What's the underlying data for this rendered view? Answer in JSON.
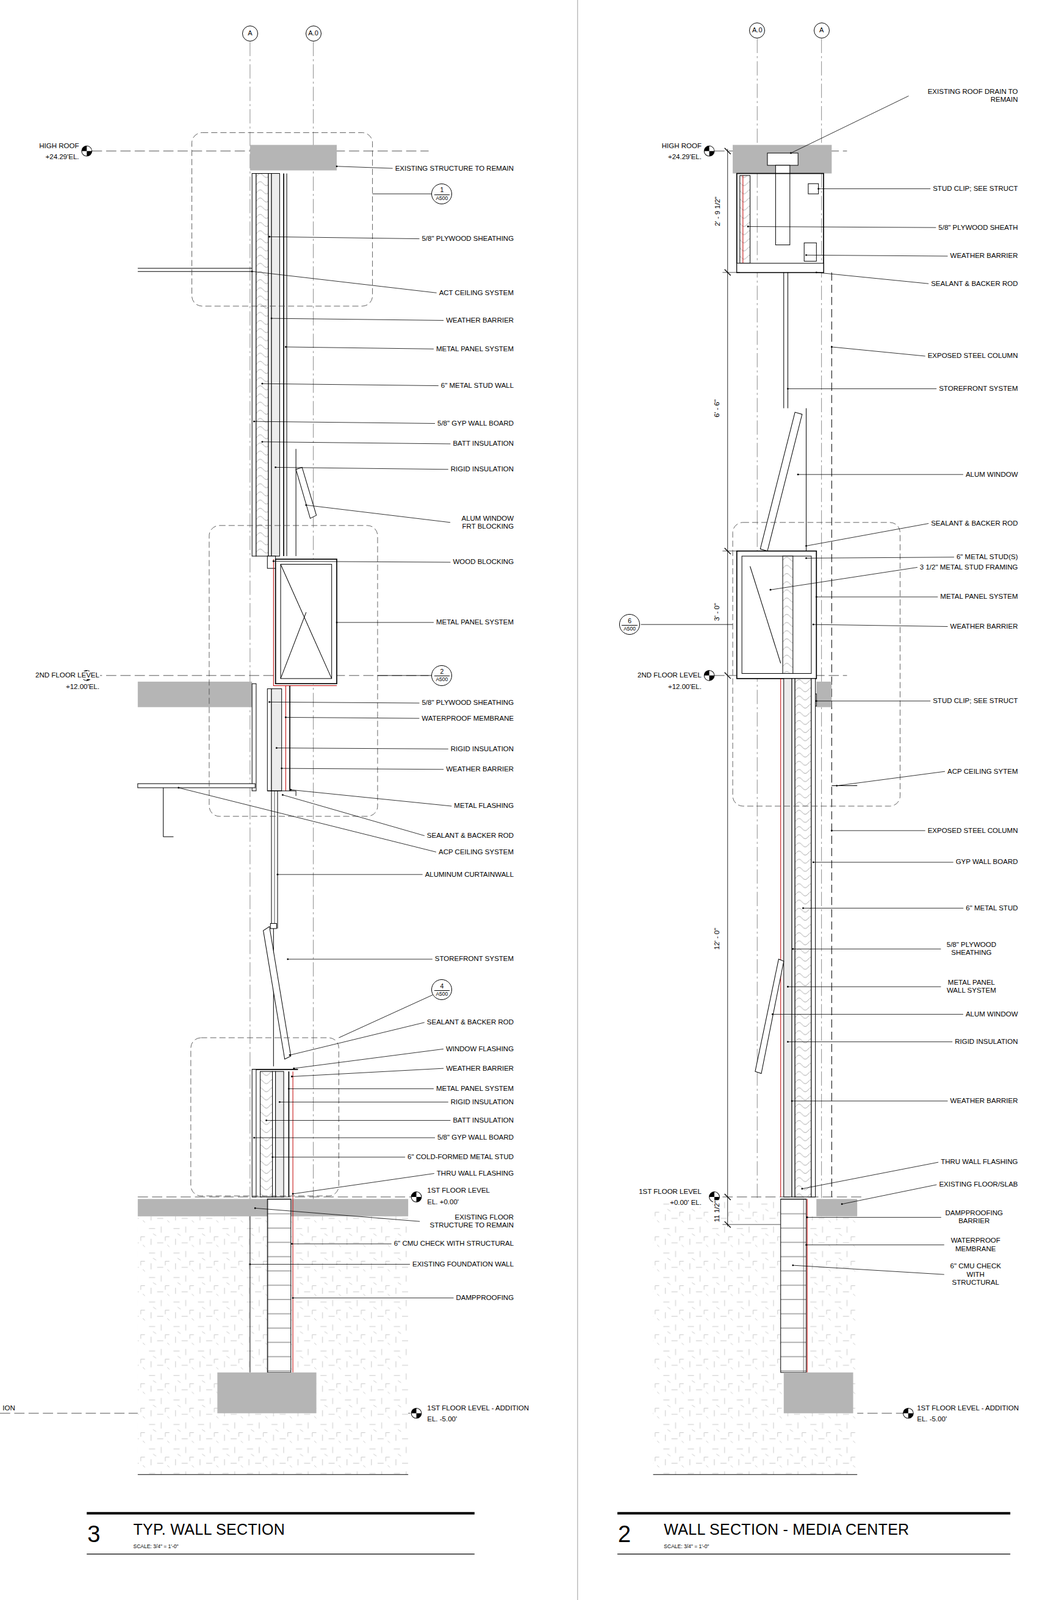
{
  "diagram": {
    "nodes": [
      {
        "text": [
          "A"
        ]
      },
      {
        "text": [
          "A.0"
        ]
      },
      {
        "text": [
          "A.0"
        ]
      },
      {
        "text": [
          "A"
        ]
      },
      {
        "text": [
          "1",
          "A500"
        ]
      },
      {
        "text": [
          "2",
          "A500"
        ]
      },
      {
        "text": [
          "4",
          "A500"
        ]
      },
      {
        "text": [
          "6",
          "A500"
        ]
      }
    ],
    "labels": [
      "HIGH ROOF",
      "+24.29'EL.",
      "EXISTING STRUCTURE TO REMAIN",
      "5/8\" PLYWOOD SHEATHING",
      "ACT CEILING SYSTEM",
      "WEATHER BARRIER",
      "METAL PANEL SYSTEM",
      "6\" METAL STUD WALL",
      "5/8\" GYP WALL BOARD",
      "BATT INSULATION",
      "RIGID INSULATION",
      "ALUM WINDOW FRT BLOCKING",
      "WOOD BLOCKING",
      "METAL PANEL SYSTEM",
      "2ND FLOOR LEVEL",
      "+12.00'EL.",
      "5/8\" PLYWOOD SHEATHING",
      "WATERPROOF MEMBRANE",
      "RIGID INSULATION",
      "WEATHER BARRIER",
      "METAL FLASHING",
      "SEALANT & BACKER ROD",
      "ACP CEILING SYSTEM",
      "ALUMINUM CURTAINWALL",
      "STOREFRONT SYSTEM",
      "SEALANT & BACKER ROD",
      "WINDOW FLASHING",
      "WEATHER BARRIER",
      "METAL PANEL SYSTEM",
      "RIGID INSULATION",
      "BATT INSULATION",
      "5/8\" GYP WALL BOARD",
      "6\" COLD-FORMED METAL STUD",
      "THRU WALL FLASHING",
      "1ST FLOOR LEVEL",
      "EL. +0.00'",
      "EXISTING FLOOR STRUCTURE TO REMAIN",
      "6\" CMU CHECK WITH STRUCTURAL",
      "EXISTING FOUNDATION WALL",
      "DAMPPROOFING",
      "ION",
      "1ST FLOOR LEVEL - ADDITION",
      "EL. -5.00'",
      "3",
      "TYP. WALL SECTION",
      "SCALE:  3/4\" = 1'-0\"",
      "EXISTING  ROOF DRAIN TO REMAIN",
      "HIGH ROOF",
      "+24.29'EL.",
      "STUD CLIP; SEE STRUCT",
      "5/8\" PLYWOOD SHEATH",
      "WEATHER BARRIER",
      "SEALANT  & BACKER ROD",
      "2' - 9 1/2\"",
      "EXPOSED STEEL COLUMN",
      "STOREFRONT SYSTEM",
      "6' - 6\"",
      "ALUM WINDOW",
      "SEALANT  & BACKER ROD",
      "6\" METAL STUD(S)",
      "3 1/2\" METAL STUD FRAMING",
      "METAL PANEL SYSTEM",
      "3' - 0\"",
      "WEATHER BARRIER",
      "2ND FLOOR LEVEL",
      "+12.00'EL.",
      "STUD CLIP; SEE STRUCT",
      "ACP CEILING SYTEM",
      "EXPOSED STEEL COLUMN",
      "GYP WALL BOARD",
      "12' - 0\"",
      "6\" METAL STUD",
      "5/8\" PLYWOOD SHEATHING",
      "METAL PANEL WALL SYSTEM",
      "ALUM WINDOW",
      "RIGID INSULATION",
      "WEATHER BARRIER",
      "THRU WALL FLASHING",
      "EXISTING FLOOR/SLAB",
      "1ST FLOOR LEVEL",
      "+0.00' EL.",
      "11 1/2\"",
      "DAMPPROOFING BARRIER",
      "WATERPROOF MEMBRANE",
      "6\" CMU CHECK WITH STRUCTURAL",
      "1ST FLOOR LEVEL - ADDITION",
      "EL. -5.00'",
      "2",
      "WALL SECTION - MEDIA CENTER",
      "SCALE:  3/4\" = 1'-0\""
    ]
  }
}
